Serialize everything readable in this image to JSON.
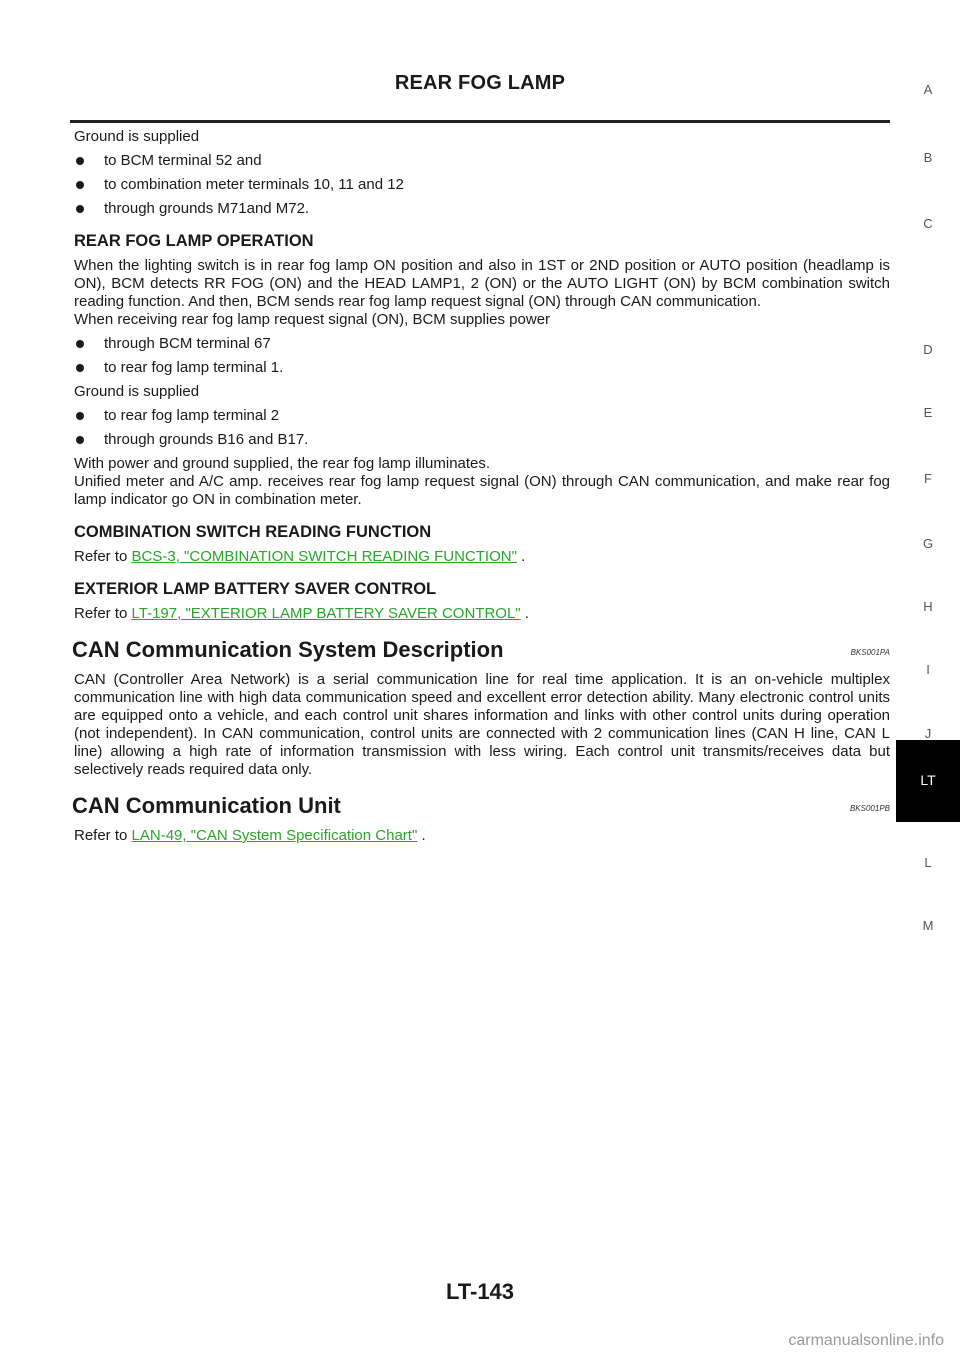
{
  "header": {
    "title": "REAR FOG LAMP"
  },
  "intro": {
    "ground_text": "Ground is supplied",
    "bullets": [
      "to BCM terminal 52 and",
      "to combination meter terminals 10, 11 and 12",
      "through grounds M71and M72."
    ]
  },
  "rear_fog_operation": {
    "heading": "REAR FOG LAMP OPERATION",
    "para1": "When the lighting switch is in rear fog lamp ON position and also in 1ST or 2ND position or AUTO position (headlamp is ON), BCM detects RR FOG (ON) and the HEAD LAMP1, 2 (ON) or the AUTO LIGHT (ON) by BCM combination switch reading function. And then, BCM sends rear fog lamp request signal (ON) through CAN communication.",
    "para2": "When receiving rear fog lamp request signal (ON), BCM supplies power",
    "power_bullets": [
      "through BCM terminal 67",
      "to rear fog lamp terminal 1."
    ],
    "ground_text": "Ground is supplied",
    "ground_bullets": [
      "to rear fog lamp terminal 2",
      "through grounds B16 and B17."
    ],
    "para3": "With power and ground supplied, the rear fog lamp illuminates.",
    "para4": "Unified meter and A/C amp. receives rear fog lamp request signal (ON) through CAN communication, and make rear fog lamp indicator go ON in combination meter."
  },
  "combination_switch": {
    "heading": "COMBINATION SWITCH READING FUNCTION",
    "prefix": "Refer to ",
    "link": "BCS-3, \"COMBINATION SWITCH READING FUNCTION\"",
    "suffix": " ."
  },
  "battery_saver": {
    "heading": "EXTERIOR LAMP BATTERY SAVER CONTROL",
    "prefix": "Refer to ",
    "link": "LT-197, \"EXTERIOR LAMP BATTERY SAVER CONTROL\"",
    "suffix": " ."
  },
  "can_description": {
    "heading": "CAN Communication System Description",
    "code": "BKS001PA",
    "text": "CAN (Controller Area Network) is a serial communication line for real time application. It is an on-vehicle multiplex communication line with high data communication speed and excellent error detection ability. Many electronic control units are equipped onto a vehicle, and each control unit shares information and links with other control units during operation (not independent). In CAN communication, control units are connected with 2 communication lines (CAN H line, CAN L line) allowing a high rate of information transmission with less wiring. Each control unit transmits/receives data but selectively reads required data only."
  },
  "can_unit": {
    "heading": "CAN Communication Unit",
    "code": "BKS001PB",
    "prefix": "Refer to ",
    "link": "LAN-49, \"CAN System Specification Chart\"",
    "suffix": " ."
  },
  "sidebar": {
    "letters": [
      "A",
      "B",
      "C",
      "D",
      "E",
      "F",
      "G",
      "H",
      "I",
      "J",
      "L",
      "M"
    ],
    "active": "LT"
  },
  "page_number": "LT-143",
  "watermark": "carmanualsonline.info",
  "colors": {
    "link": "#2aa42a",
    "tab_active_bg": "#000000"
  }
}
